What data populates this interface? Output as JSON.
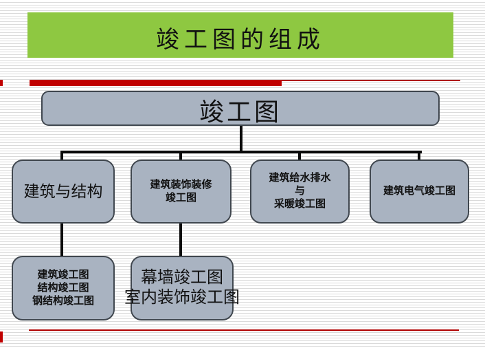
{
  "slide": {
    "title": "竣工图的组成"
  },
  "diagram": {
    "root": {
      "label": "竣工图"
    },
    "level2": [
      {
        "id": "building-and-structure",
        "lines": [
          "建筑与结构"
        ]
      },
      {
        "id": "decoration-finishing",
        "lines": [
          "建筑装饰装修",
          "竣工图"
        ]
      },
      {
        "id": "water-supply-drainage-heating",
        "lines": [
          "建筑给水排水",
          "与",
          "采暖竣工图"
        ]
      },
      {
        "id": "electrical",
        "lines": [
          "建筑电气竣工图"
        ]
      }
    ],
    "level3": [
      {
        "id": "structure-details",
        "lines": [
          "建筑竣工图",
          "结构竣工图",
          "钢结构竣工图"
        ]
      },
      {
        "id": "decoration-details",
        "lines": [
          "幕墙竣工图",
          "室内装饰竣工图"
        ]
      }
    ]
  },
  "colors": {
    "title_bg": "#8EC841",
    "node_fill": "#A9B3C1",
    "node_border": "#40474F",
    "accent_red": "#C00000",
    "line_red": "#AF0000",
    "connector_black": "#0A0A0A"
  }
}
